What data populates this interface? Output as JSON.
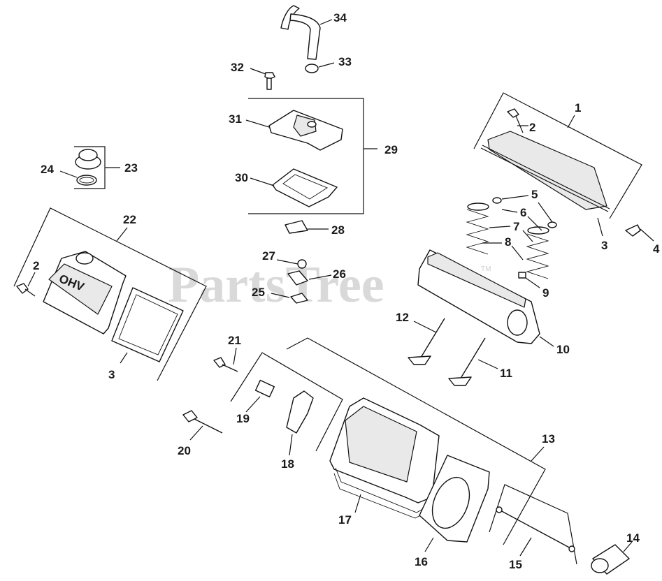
{
  "watermark": {
    "text": "PartsTree",
    "tm": "TM"
  },
  "callouts": [
    {
      "id": "c1",
      "text": "1"
    },
    {
      "id": "c2a",
      "text": "2"
    },
    {
      "id": "c2b",
      "text": "2"
    },
    {
      "id": "c3a",
      "text": "3"
    },
    {
      "id": "c3b",
      "text": "3"
    },
    {
      "id": "c4",
      "text": "4"
    },
    {
      "id": "c5",
      "text": "5"
    },
    {
      "id": "c6",
      "text": "6"
    },
    {
      "id": "c7",
      "text": "7"
    },
    {
      "id": "c8",
      "text": "8"
    },
    {
      "id": "c9",
      "text": "9"
    },
    {
      "id": "c10",
      "text": "10"
    },
    {
      "id": "c11",
      "text": "11"
    },
    {
      "id": "c12",
      "text": "12"
    },
    {
      "id": "c13",
      "text": "13"
    },
    {
      "id": "c14",
      "text": "14"
    },
    {
      "id": "c15",
      "text": "15"
    },
    {
      "id": "c16",
      "text": "16"
    },
    {
      "id": "c17",
      "text": "17"
    },
    {
      "id": "c18",
      "text": "18"
    },
    {
      "id": "c19",
      "text": "19"
    },
    {
      "id": "c20",
      "text": "20"
    },
    {
      "id": "c21",
      "text": "21"
    },
    {
      "id": "c22",
      "text": "22"
    },
    {
      "id": "c23",
      "text": "23"
    },
    {
      "id": "c24",
      "text": "24"
    },
    {
      "id": "c25",
      "text": "25"
    },
    {
      "id": "c26",
      "text": "26"
    },
    {
      "id": "c27",
      "text": "27"
    },
    {
      "id": "c28",
      "text": "28"
    },
    {
      "id": "c29",
      "text": "29"
    },
    {
      "id": "c30",
      "text": "30"
    },
    {
      "id": "c31",
      "text": "31"
    },
    {
      "id": "c32",
      "text": "32"
    },
    {
      "id": "c33",
      "text": "33"
    },
    {
      "id": "c34",
      "text": "34"
    }
  ],
  "valve_cover_logo": "OHV"
}
